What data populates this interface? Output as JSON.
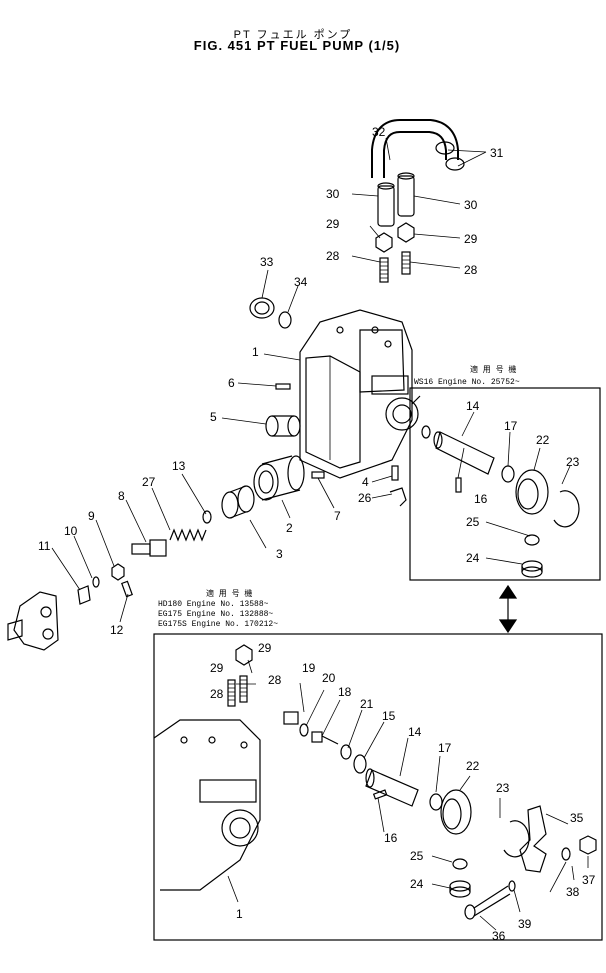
{
  "header": {
    "title_jp": "PT フュエル ポンプ",
    "title": "FIG. 451  PT FUEL PUMP (1/5)"
  },
  "applicability_upper": {
    "heading": "適 用 号 機",
    "line": "WS16  Engine  No. 25752~"
  },
  "applicability_lower": {
    "heading": "適 用 号 機",
    "lines": [
      "HD180   Engine  No. 13588~",
      "EG175   Engine  No. 132888~",
      "EG175S  Engine  No. 170212~"
    ]
  },
  "callouts_main": [
    "32",
    "31",
    "30",
    "30",
    "29",
    "29",
    "28",
    "28",
    "33",
    "34",
    "1",
    "6",
    "5",
    "14",
    "17",
    "22",
    "23",
    "4",
    "26",
    "16",
    "25",
    "24",
    "13",
    "27",
    "7",
    "2",
    "3",
    "8",
    "9",
    "10",
    "11",
    "12"
  ],
  "callouts_lower": [
    "29",
    "29",
    "28",
    "28",
    "19",
    "20",
    "18",
    "21",
    "15",
    "14",
    "17",
    "22",
    "23",
    "35",
    "16",
    "25",
    "24",
    "36",
    "39",
    "38",
    "37",
    "1"
  ]
}
